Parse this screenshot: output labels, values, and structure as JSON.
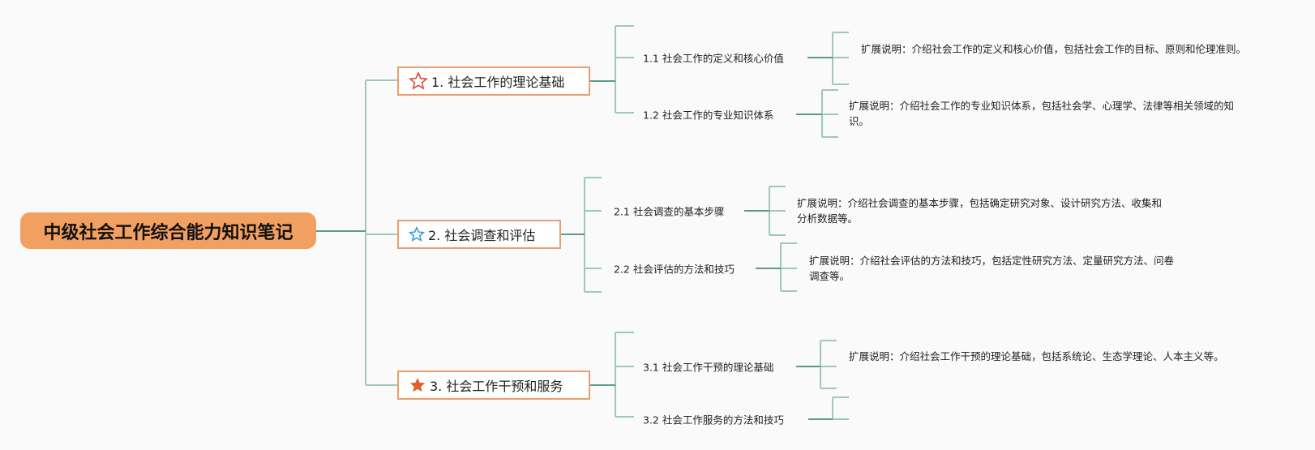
{
  "root": {
    "title": "中级社会工作综合能力知识笔记"
  },
  "branches": [
    {
      "label": "1. 社会工作的理论基础",
      "icon": "star-outline-red",
      "color": "#e0463a",
      "children": [
        {
          "label": "1.1 社会工作的定义和核心价值",
          "desc": "扩展说明：介绍社会工作的定义和核心价值，包括社会工作的目标、原则和伦理准则。"
        },
        {
          "label": "1.2 社会工作的专业知识体系",
          "desc": "扩展说明：介绍社会工作的专业知识体系，包括社会学、心理学、法律等相关领域的知识。"
        }
      ]
    },
    {
      "label": "2. 社会调查和评估",
      "icon": "star-outline-blue",
      "color": "#2d9be0",
      "children": [
        {
          "label": "2.1 社会调查的基本步骤",
          "desc": "扩展说明：介绍社会调查的基本步骤，包括确定研究对象、设计研究方法、收集和分析数据等。"
        },
        {
          "label": "2.2 社会评估的方法和技巧",
          "desc": "扩展说明：介绍社会评估的方法和技巧，包括定性研究方法、定量研究方法、问卷调查等。"
        }
      ]
    },
    {
      "label": "3. 社会工作干预和服务",
      "icon": "star-filled-orange",
      "color": "#e0602e",
      "children": [
        {
          "label": "3.1 社会工作干预的理论基础",
          "desc": "扩展说明：介绍社会工作干预的理论基础，包括系统论、生态学理论、人本主义等。"
        },
        {
          "label": "3.2 社会工作服务的方法和技巧"
        }
      ]
    }
  ]
}
